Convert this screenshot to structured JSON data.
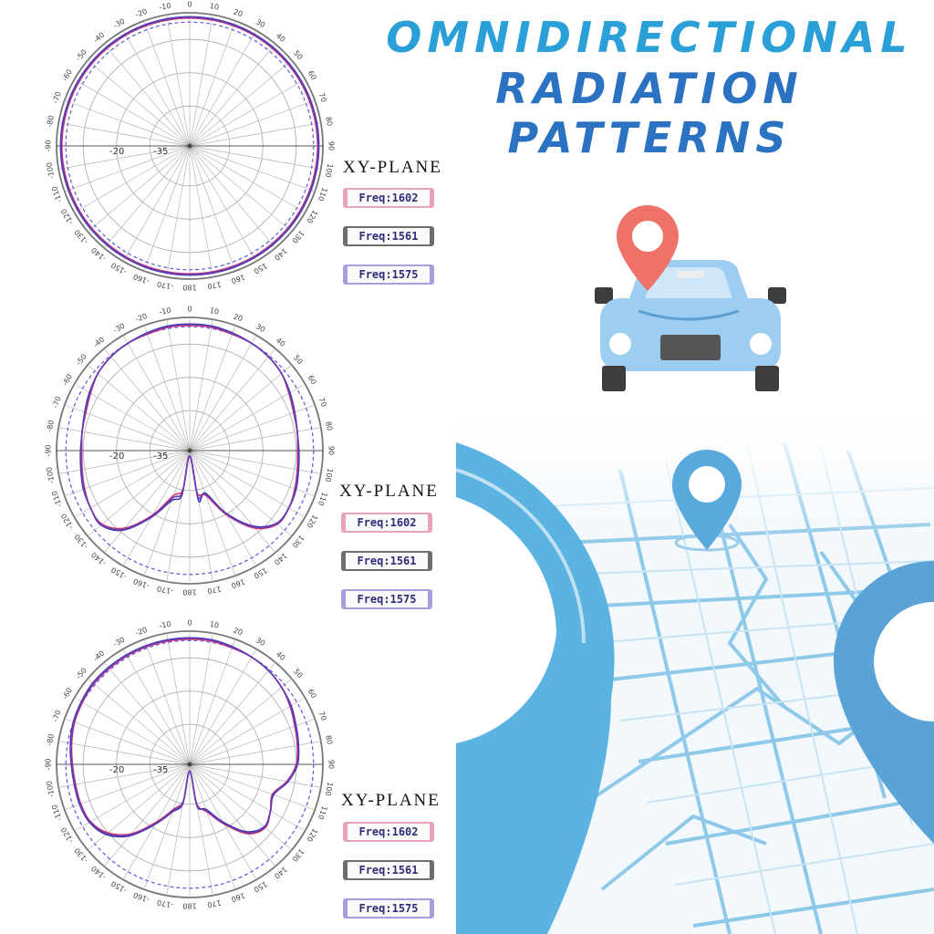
{
  "headline": {
    "line1": "OMNIDIRECTIONAL",
    "line2": "RADIATION PATTERNS"
  },
  "colors": {
    "headline_line1": "#2a9fd8",
    "headline_line2": "#2b72c2",
    "freq_1602": "#e8a3b8",
    "freq_1561": "#6e6e6e",
    "freq_1575": "#a79fdd",
    "trace_red": "#e0386a",
    "trace_blue": "#3a38b8",
    "trace_purple": "#6a3cb0",
    "reference_dashed": "#5a5ad8",
    "car_body": "#9dcdf0",
    "pin_red": "#ee7268",
    "map_blue": "#5bb3e2"
  },
  "chart_data": [
    {
      "type": "polar-line",
      "plane_label": "XY-PLANE",
      "angle_ticks": [
        "0",
        "10",
        "20",
        "30",
        "40",
        "50",
        "60",
        "70",
        "80",
        "90",
        "100",
        "110",
        "120",
        "130",
        "140",
        "150",
        "160",
        "170",
        "180",
        "-170",
        "-160",
        "-150",
        "-140",
        "-130",
        "-120",
        "-110",
        "-100",
        "-90",
        "-80",
        "-70",
        "-60",
        "-50",
        "-40",
        "-30",
        "-20",
        "-10"
      ],
      "radial_ticks": [
        "-20",
        "-35"
      ],
      "reference_radius": 0.93,
      "series": [
        {
          "name": "Freq:1602",
          "color": "#e0386a",
          "radius": [
            0.96,
            0.96,
            0.96,
            0.96,
            0.96,
            0.96,
            0.96,
            0.96,
            0.96,
            0.96,
            0.96,
            0.96,
            0.96,
            0.96,
            0.96,
            0.96,
            0.96,
            0.96,
            0.96,
            0.96,
            0.96,
            0.96,
            0.96,
            0.96,
            0.96,
            0.96,
            0.96,
            0.96,
            0.96,
            0.96,
            0.96,
            0.96,
            0.96,
            0.96,
            0.96,
            0.96
          ]
        },
        {
          "name": "Freq:1561",
          "color": "#3a38b8",
          "radius": [
            0.97,
            0.97,
            0.97,
            0.97,
            0.97,
            0.97,
            0.97,
            0.97,
            0.97,
            0.97,
            0.97,
            0.97,
            0.97,
            0.97,
            0.97,
            0.97,
            0.97,
            0.97,
            0.97,
            0.97,
            0.97,
            0.97,
            0.97,
            0.97,
            0.97,
            0.97,
            0.97,
            0.97,
            0.97,
            0.97,
            0.97,
            0.97,
            0.97,
            0.97,
            0.97,
            0.97
          ]
        },
        {
          "name": "Freq:1575",
          "color": "#6a3cb0",
          "radius": [
            0.965,
            0.965,
            0.965,
            0.965,
            0.965,
            0.965,
            0.965,
            0.965,
            0.965,
            0.965,
            0.965,
            0.965,
            0.965,
            0.965,
            0.965,
            0.965,
            0.965,
            0.965,
            0.965,
            0.965,
            0.965,
            0.965,
            0.965,
            0.965,
            0.965,
            0.965,
            0.965,
            0.965,
            0.965,
            0.965,
            0.965,
            0.965,
            0.965,
            0.965,
            0.965,
            0.965
          ]
        }
      ]
    },
    {
      "type": "polar-line",
      "plane_label": "XY-PLANE",
      "angle_ticks": [
        "0",
        "10",
        "20",
        "30",
        "40",
        "50",
        "60",
        "70",
        "80",
        "90",
        "100",
        "110",
        "120",
        "130",
        "140",
        "150",
        "160",
        "170",
        "180",
        "-170",
        "-160",
        "-150",
        "-140",
        "-130",
        "-120",
        "-110",
        "-100",
        "-90",
        "-80",
        "-70",
        "-60",
        "-50",
        "-40",
        "-30",
        "-20",
        "-10"
      ],
      "radial_ticks": [
        "-20",
        "-35"
      ],
      "reference_radius": 0.93,
      "series": [
        {
          "name": "Freq:1602",
          "color": "#e0386a",
          "radius": [
            0.94,
            0.94,
            0.93,
            0.93,
            0.92,
            0.9,
            0.86,
            0.83,
            0.82,
            0.81,
            0.82,
            0.84,
            0.86,
            0.86,
            0.76,
            0.56,
            0.36,
            0.32,
            0.04,
            0.3,
            0.36,
            0.56,
            0.76,
            0.86,
            0.86,
            0.84,
            0.82,
            0.81,
            0.82,
            0.83,
            0.86,
            0.9,
            0.92,
            0.93,
            0.93,
            0.94
          ]
        },
        {
          "name": "Freq:1561",
          "color": "#3a38b8",
          "radius": [
            0.95,
            0.95,
            0.94,
            0.93,
            0.92,
            0.9,
            0.87,
            0.84,
            0.82,
            0.82,
            0.83,
            0.85,
            0.86,
            0.85,
            0.74,
            0.54,
            0.34,
            0.38,
            0.04,
            0.34,
            0.4,
            0.58,
            0.78,
            0.87,
            0.86,
            0.85,
            0.83,
            0.82,
            0.82,
            0.84,
            0.87,
            0.9,
            0.92,
            0.93,
            0.94,
            0.95
          ]
        },
        {
          "name": "Freq:1575",
          "color": "#6a3cb0",
          "radius": [
            0.945,
            0.945,
            0.935,
            0.93,
            0.92,
            0.9,
            0.865,
            0.835,
            0.82,
            0.815,
            0.825,
            0.845,
            0.86,
            0.855,
            0.75,
            0.55,
            0.35,
            0.35,
            0.04,
            0.32,
            0.38,
            0.57,
            0.77,
            0.865,
            0.86,
            0.845,
            0.825,
            0.815,
            0.82,
            0.835,
            0.865,
            0.9,
            0.92,
            0.93,
            0.935,
            0.945
          ]
        }
      ]
    },
    {
      "type": "polar-line",
      "plane_label": "XY-PLANE",
      "angle_ticks": [
        "0",
        "10",
        "20",
        "30",
        "40",
        "50",
        "60",
        "70",
        "80",
        "90",
        "100",
        "110",
        "120",
        "130",
        "140",
        "150",
        "160",
        "170",
        "180",
        "-170",
        "-160",
        "-150",
        "-140",
        "-130",
        "-120",
        "-110",
        "-100",
        "-90",
        "-80",
        "-70",
        "-60",
        "-50",
        "-40",
        "-30",
        "-20",
        "-10"
      ],
      "radial_ticks": [
        "-20",
        "-35"
      ],
      "reference_radius": 0.93,
      "series": [
        {
          "name": "Freq:1602",
          "color": "#e0386a",
          "radius": [
            0.94,
            0.94,
            0.93,
            0.93,
            0.92,
            0.9,
            0.87,
            0.84,
            0.82,
            0.8,
            0.74,
            0.66,
            0.7,
            0.74,
            0.68,
            0.52,
            0.38,
            0.3,
            0.05,
            0.28,
            0.36,
            0.5,
            0.68,
            0.8,
            0.86,
            0.87,
            0.87,
            0.88,
            0.9,
            0.92,
            0.93,
            0.94,
            0.94,
            0.94,
            0.94,
            0.94
          ]
        },
        {
          "name": "Freq:1561",
          "color": "#3a38b8",
          "radius": [
            0.95,
            0.95,
            0.94,
            0.93,
            0.92,
            0.9,
            0.88,
            0.85,
            0.83,
            0.81,
            0.75,
            0.67,
            0.7,
            0.73,
            0.66,
            0.5,
            0.36,
            0.32,
            0.05,
            0.3,
            0.38,
            0.52,
            0.7,
            0.82,
            0.87,
            0.88,
            0.88,
            0.89,
            0.91,
            0.93,
            0.94,
            0.95,
            0.95,
            0.95,
            0.95,
            0.95
          ]
        },
        {
          "name": "Freq:1575",
          "color": "#6a3cb0",
          "radius": [
            0.945,
            0.945,
            0.935,
            0.93,
            0.92,
            0.9,
            0.875,
            0.845,
            0.825,
            0.805,
            0.745,
            0.665,
            0.7,
            0.735,
            0.67,
            0.51,
            0.37,
            0.31,
            0.05,
            0.29,
            0.37,
            0.51,
            0.69,
            0.81,
            0.865,
            0.875,
            0.875,
            0.885,
            0.905,
            0.925,
            0.935,
            0.945,
            0.945,
            0.945,
            0.945,
            0.945
          ]
        }
      ]
    }
  ]
}
